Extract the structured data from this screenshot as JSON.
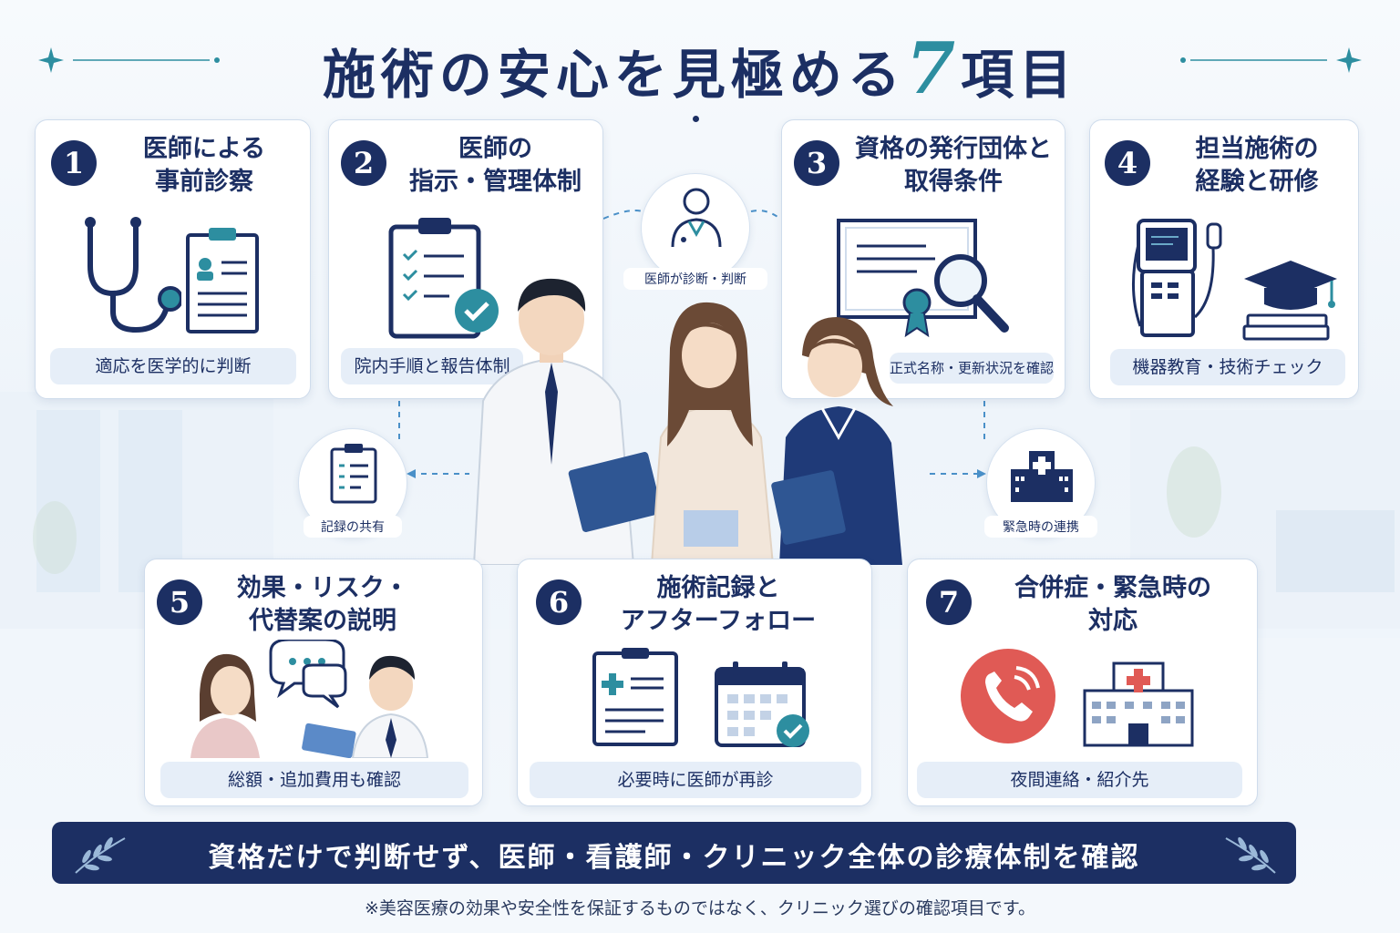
{
  "title": {
    "main": "施術の安心を見極める",
    "number": "7",
    "suffix": "項目"
  },
  "cards": [
    {
      "number": "1",
      "title_lines": [
        "医師による",
        "事前診察"
      ],
      "note": "適応を医学的に判断",
      "icons": [
        "stethoscope-icon",
        "medical-chart-icon"
      ]
    },
    {
      "number": "2",
      "title_lines": [
        "医師の",
        "指示・管理体制"
      ],
      "note": "院内手順と報告体制",
      "icons": [
        "checklist-clipboard-icon"
      ]
    },
    {
      "number": "3",
      "title_lines": [
        "資格の発行団体と",
        "取得条件"
      ],
      "note": "正式名称・更新状況を確認",
      "icons": [
        "certificate-magnifier-icon"
      ]
    },
    {
      "number": "4",
      "title_lines": [
        "担当施術の",
        "経験と研修"
      ],
      "note": "機器教育・技術チェック",
      "icons": [
        "medical-device-icon",
        "graduation-cap-icon"
      ]
    },
    {
      "number": "5",
      "title_lines": [
        "効果・リスク・",
        "代替案の説明"
      ],
      "note": "総額・追加費用も確認",
      "icons": [
        "consultation-icon"
      ]
    },
    {
      "number": "6",
      "title_lines": [
        "施術記録と",
        "アフターフォロー"
      ],
      "note": "必要時に医師が再診",
      "icons": [
        "medical-record-icon",
        "calendar-check-icon"
      ]
    },
    {
      "number": "7",
      "title_lines": [
        "合併症・緊急時の",
        "対応"
      ],
      "note": "夜間連絡・紹介先",
      "icons": [
        "phone-icon",
        "hospital-icon"
      ]
    }
  ],
  "nodes": {
    "doctor": "医師が診断・判断",
    "records": "記録の共有",
    "emergency": "緊急時の連携"
  },
  "banner": "資格だけで判断せず、医師・看護師・クリニック全体の診療体制を確認",
  "footnote": "※美容医療の効果や安全性を保証するものではなく、クリニック選びの確認項目です。",
  "colors": {
    "navy": "#1c2f63",
    "teal": "#2d8ea0",
    "pill": "#e6eef8",
    "red": "#e05a55"
  }
}
